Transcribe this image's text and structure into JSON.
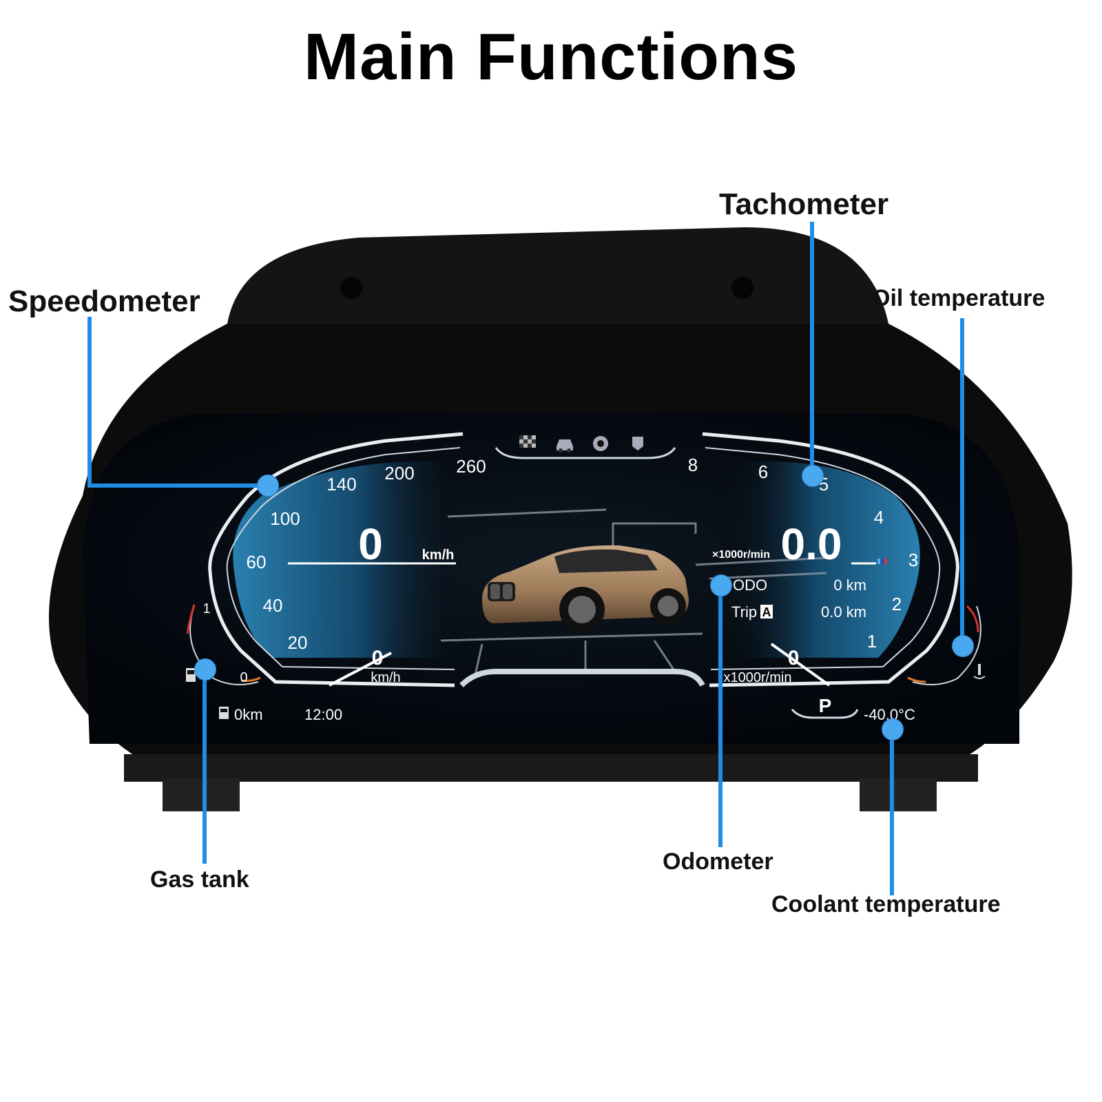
{
  "title": "Main Functions",
  "callouts": {
    "speedometer": "Speedometer",
    "tachometer": "Tachometer",
    "oil_temperature": "Oil temperature",
    "gas_tank": "Gas tank",
    "odometer": "Odometer",
    "coolant_temperature": "Coolant temperature"
  },
  "colors": {
    "callout_line": "#1e8ee8",
    "callout_dot": "#4aa8ee",
    "gauge_fill": "#1f6f9c",
    "redline": "#d9302a"
  },
  "speedometer": {
    "ticks": [
      "20",
      "40",
      "60",
      "100",
      "140",
      "200",
      "260"
    ],
    "value": "0",
    "unit": "km/h",
    "needle_value": "0",
    "needle_unit": "km/h"
  },
  "tachometer": {
    "ticks": [
      "1",
      "2",
      "3",
      "4",
      "5",
      "6",
      "8"
    ],
    "value": "0.0",
    "unit": "×1000r/min",
    "needle_value": "0",
    "needle_unit": "x1000r/min"
  },
  "trip_info": {
    "odo_label": "ODO",
    "odo_value": "0 km",
    "trip_label": "Trip",
    "trip_badge": "A",
    "trip_value": "0.0 km"
  },
  "fuel_gauge": {
    "top_label": "1",
    "bottom_label": "0"
  },
  "status_bar": {
    "range": "0km",
    "clock": "12:00",
    "gear": "P",
    "coolant_temp": "-40.0°C"
  },
  "top_icons": [
    "racing-flag-icon",
    "car-icon",
    "gear-icon",
    "seat-icon"
  ]
}
